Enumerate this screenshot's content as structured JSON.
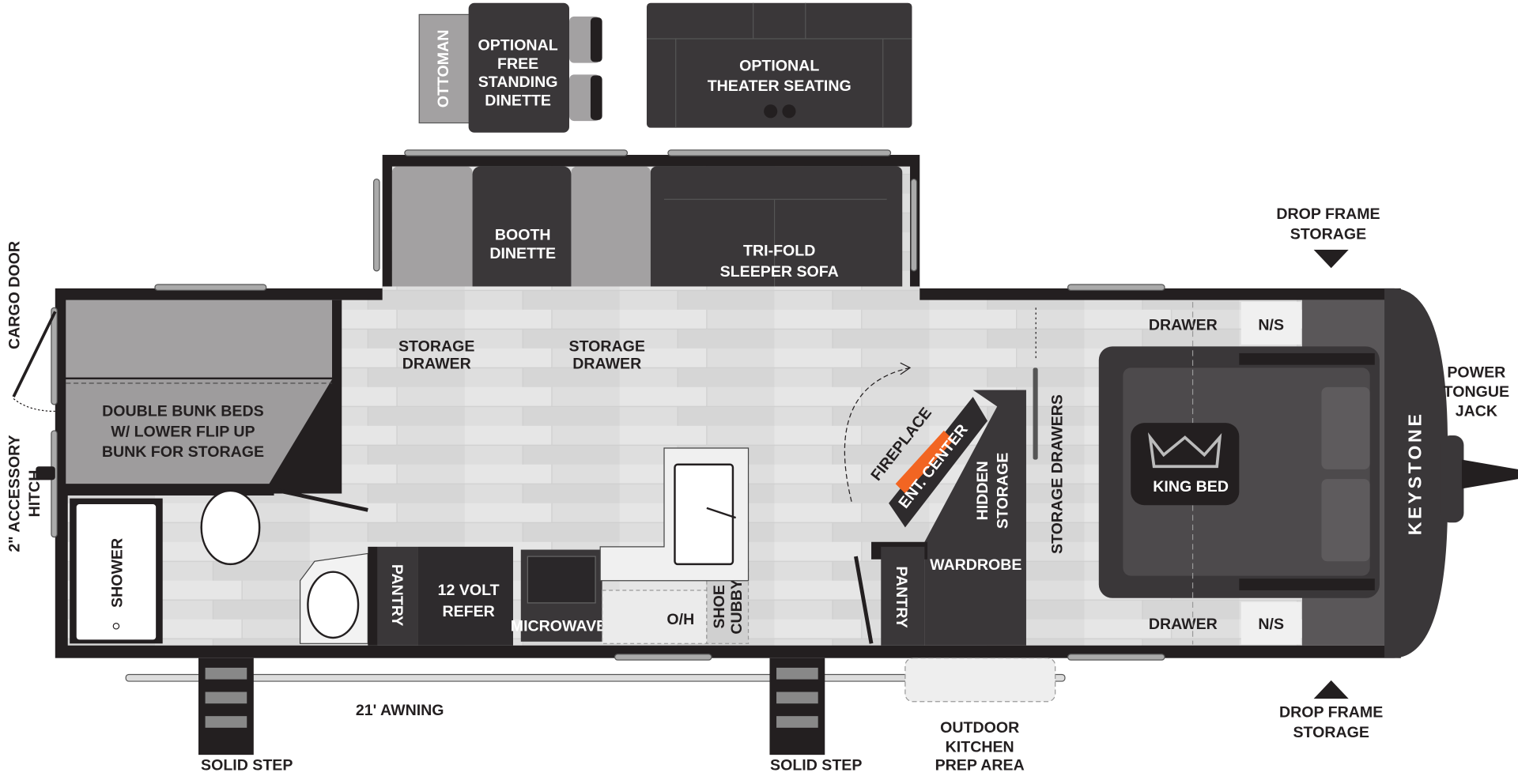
{
  "brand": "KEYSTONE",
  "colors": {
    "wall": "#231f20",
    "floor": "#dedede",
    "furniture_dark": "#3a3739",
    "furniture_gray": "#a3a1a2",
    "bunk": "#9e9c9d",
    "fire": "#f26522"
  },
  "options": {
    "ottoman": "OTTOMAN",
    "dinette": [
      "OPTIONAL",
      "FREE",
      "STANDING",
      "DINETTE"
    ],
    "theater": [
      "OPTIONAL",
      "THEATER SEATING"
    ]
  },
  "slideout": {
    "booth": [
      "BOOTH",
      "DINETTE"
    ],
    "sofa": [
      "TRI-FOLD",
      "SLEEPER SOFA"
    ],
    "drawer1": [
      "STORAGE",
      "DRAWER"
    ],
    "drawer2": [
      "STORAGE",
      "DRAWER"
    ]
  },
  "rooms": {
    "bunk": [
      "DOUBLE BUNK BEDS",
      "W/ LOWER FLIP UP",
      "BUNK FOR STORAGE"
    ],
    "shower": "SHOWER",
    "pantry1": "PANTRY",
    "refer": [
      "12 VOLT",
      "REFER"
    ],
    "microwave": "MICROWAVE",
    "oh": "O/H",
    "shoe": [
      "SHOE",
      "CUBBY"
    ],
    "fireplace": "FIREPLACE",
    "ent": "ENT. CENTER",
    "hidden": [
      "HIDDEN",
      "STORAGE"
    ],
    "wardrobe": "WARDROBE",
    "pantry2": "PANTRY",
    "storage_drawers": "STORAGE DRAWERS",
    "drawer_top": "DRAWER",
    "ns_top": "N/S",
    "drawer_bottom": "DRAWER",
    "ns_bottom": "N/S",
    "king": "KING BED"
  },
  "exterior": {
    "cargo": "CARGO DOOR",
    "hitch": [
      "2\" ACCESSORY",
      "HITCH"
    ],
    "jack": [
      "POWER",
      "TONGUE",
      "JACK"
    ],
    "drop_top": [
      "DROP FRAME",
      "STORAGE"
    ],
    "drop_bottom": [
      "DROP FRAME",
      "STORAGE"
    ],
    "awning": "21' AWNING",
    "step1": "SOLID STEP",
    "step2": "SOLID STEP",
    "kitchen": [
      "OUTDOOR",
      "KITCHEN",
      "PREP AREA"
    ]
  }
}
